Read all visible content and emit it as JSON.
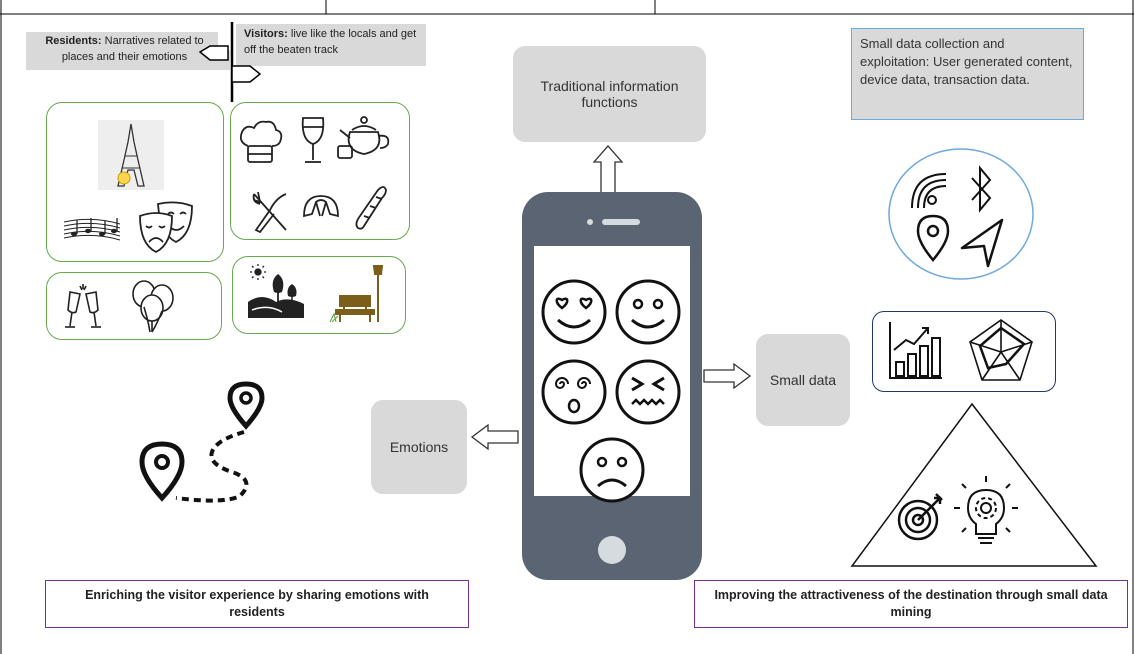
{
  "signpost": {
    "residents_title": "Residents:",
    "residents_text": "Narratives related to places and their emotions",
    "visitors_title": "Visitors:",
    "visitors_text": "live like the locals and get off the beaten track"
  },
  "center": {
    "traditional": "Traditional information functions",
    "emotions": "Emotions",
    "small_data": "Small data"
  },
  "small_data_box": "Small data collection and exploitation: User generated content, device data, transaction data.",
  "captions": {
    "left": "Enriching the visitor experience by sharing emotions with residents",
    "right": "Improving the attractiveness of the destination through small data mining"
  },
  "icons": {
    "left_panel": [
      "eiffel-tower-icon",
      "music-notes-icon",
      "theatre-masks-icon",
      "chef-hat-icon",
      "wine-glass-icon",
      "teapot-icon",
      "fork-knife-icon",
      "croissant-icon",
      "baguette-icon",
      "champagne-icon",
      "balloons-icon",
      "landscape-icon",
      "park-bench-icon"
    ],
    "phone_emojis": [
      "heart-eyes-emoji",
      "smile-emoji",
      "dizzy-emoji",
      "grimace-emoji",
      "sad-emoji"
    ],
    "right_panel": [
      "wifi-icon",
      "bluetooth-icon",
      "location-pin-icon",
      "navigation-icon",
      "bar-chart-icon",
      "radar-chart-icon",
      "target-icon",
      "lightbulb-gear-icon"
    ]
  },
  "colors": {
    "green_border": "#6aa84f",
    "grey_box": "#d9d9d9",
    "phone": "#5a6472",
    "purple_border": "#7030a0",
    "blue_border": "#6fa8dc"
  }
}
